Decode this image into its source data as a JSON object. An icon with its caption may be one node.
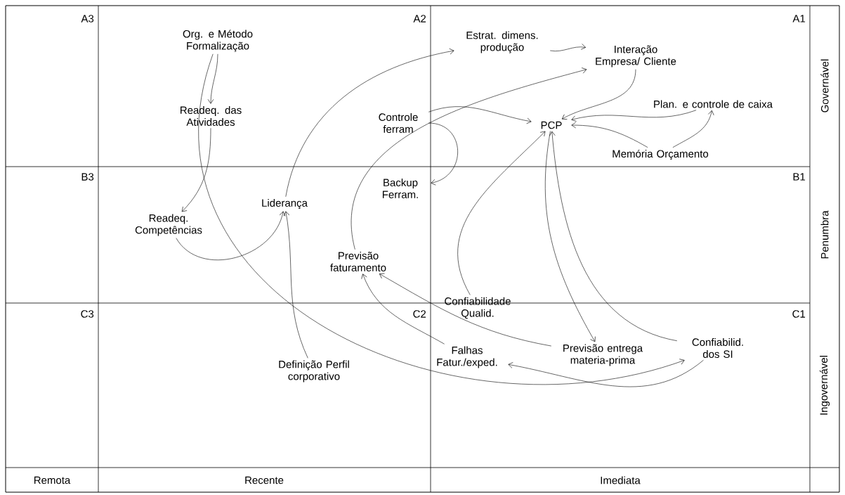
{
  "diagram": {
    "nodes": [
      {
        "text": [
          "Org. e Método Formalização"
        ]
      },
      {
        "text": [
          "Readeq. das Atividades"
        ]
      },
      {
        "text": [
          "Readeq. Competências"
        ]
      },
      {
        "text": [
          "Liderança"
        ]
      },
      {
        "text": [
          "Definição Perfil corporativo"
        ]
      },
      {
        "text": [
          "Previsão faturamento"
        ]
      },
      {
        "text": [
          "Estrat. dimens. produção"
        ]
      },
      {
        "text": [
          "Interação Empresa/ Cliente"
        ]
      },
      {
        "text": [
          "Controle ferram"
        ]
      },
      {
        "text": [
          "Backup Ferram."
        ]
      },
      {
        "text": [
          "PCP"
        ]
      },
      {
        "text": [
          "Plan. e controle de caixa"
        ]
      },
      {
        "text": [
          "Memória Orçamento"
        ]
      },
      {
        "text": [
          "Confiabilidade Qualid."
        ]
      },
      {
        "text": [
          "Previsão entrega materia-prima"
        ]
      },
      {
        "text": [
          "Falhas Fatur./exped."
        ]
      },
      {
        "text": [
          "Confiabilid. dos SI"
        ]
      }
    ],
    "edges": [
      {
        "from": 0,
        "to": 1,
        "arrow": "to"
      },
      {
        "from": 1,
        "to": 2,
        "arrow": "to"
      },
      {
        "from": 2,
        "to": 3,
        "arrow": "to"
      },
      {
        "from": 4,
        "to": 3,
        "arrow": "to"
      },
      {
        "from": 3,
        "to": 6,
        "arrow": "to"
      },
      {
        "from": 5,
        "to": 7,
        "arrow": "to"
      },
      {
        "from": 6,
        "to": 7,
        "arrow": "to"
      },
      {
        "from": 7,
        "to": 10,
        "arrow": "to"
      },
      {
        "from": 11,
        "to": 10,
        "arrow": "to"
      },
      {
        "from": 12,
        "to": 10,
        "arrow": "to"
      },
      {
        "from": 12,
        "to": 11,
        "arrow": "to"
      },
      {
        "from": 8,
        "to": 10,
        "arrow": "to"
      },
      {
        "from": 8,
        "to": 9,
        "arrow": "to"
      },
      {
        "from": 13,
        "to": 10,
        "arrow": "to"
      },
      {
        "from": 10,
        "to": 14,
        "arrow": "to"
      },
      {
        "from": 16,
        "to": 10,
        "arrow": "to"
      },
      {
        "from": 14,
        "to": 5,
        "arrow": "to"
      },
      {
        "from": 15,
        "to": 5,
        "arrow": "to"
      },
      {
        "from": 16,
        "to": 15,
        "arrow": "to"
      },
      {
        "from": 0,
        "to": 16,
        "arrow": "to"
      }
    ],
    "labels": [
      "A3",
      "A2",
      "A1",
      "Governável",
      "B3",
      "B1",
      "Penumbra",
      "C3",
      "C2",
      "C1",
      "Ingovernável",
      "Remota",
      "Recente",
      "Imediata"
    ]
  }
}
